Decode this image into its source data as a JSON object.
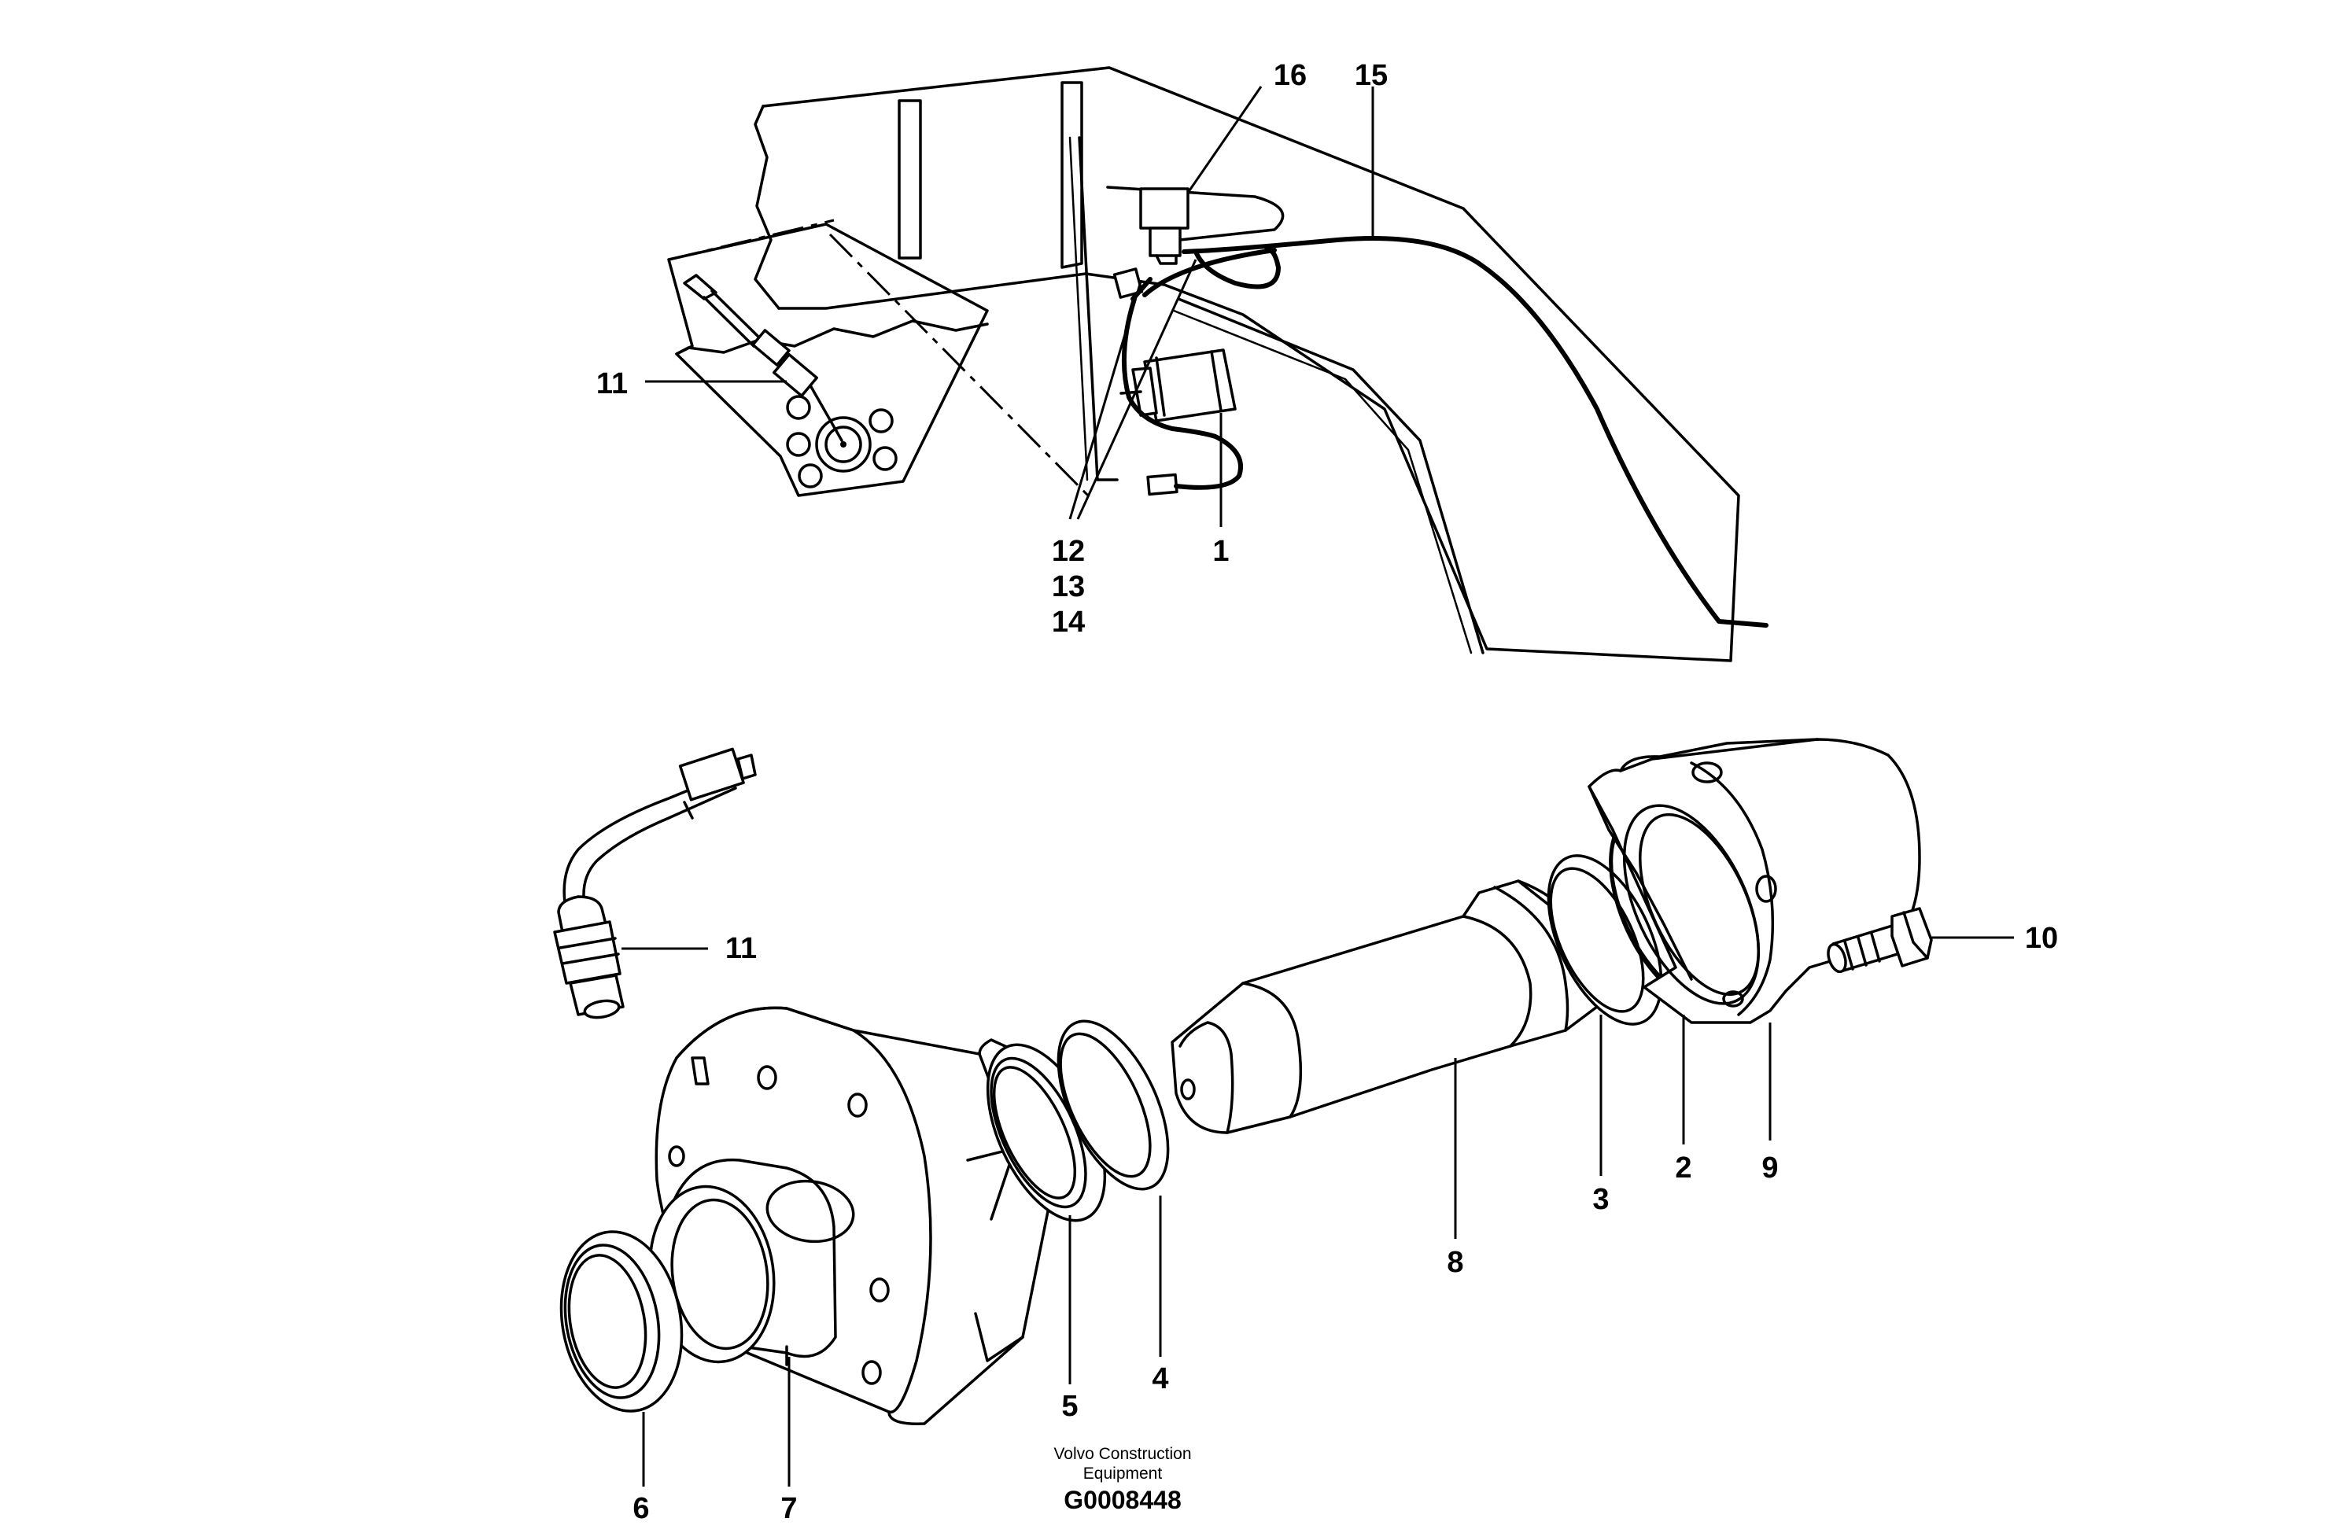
{
  "figure": {
    "caption_line1": "Volvo Construction",
    "caption_line2": "Equipment",
    "figure_id": "G0008448"
  },
  "callouts": {
    "c1": "1",
    "c2": "2",
    "c3": "3",
    "c4": "4",
    "c5": "5",
    "c6": "6",
    "c7": "7",
    "c8": "8",
    "c9": "9",
    "c10": "10",
    "c11_top": "11",
    "c11_bottom": "11",
    "c12": "12",
    "c13": "13",
    "c14": "14",
    "c15": "15",
    "c16": "16"
  }
}
